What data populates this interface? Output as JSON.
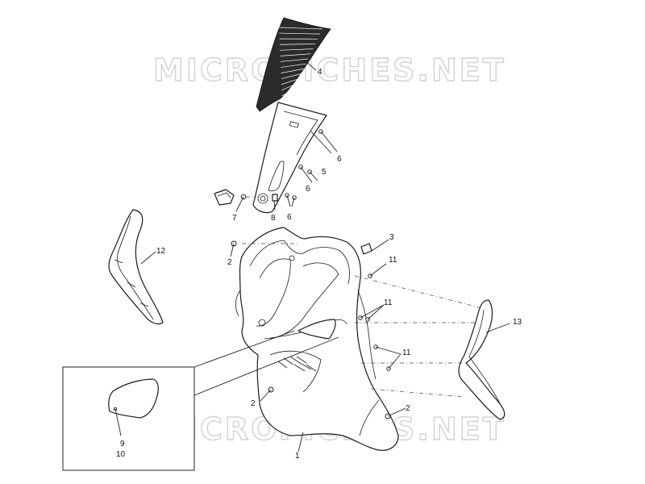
{
  "watermark": {
    "text": "MICROFICHES.NET"
  },
  "callouts": {
    "c1": "1",
    "c2a": "2",
    "c2b": "2",
    "c2c": "2",
    "c3": "3",
    "c4": "4",
    "c5": "5",
    "c6a": "6",
    "c6b": "6",
    "c6c": "6",
    "c7": "7",
    "c8": "8",
    "c9": "9",
    "c10": "10",
    "c11a": "11",
    "c11b": "11",
    "c11c": "11",
    "c12": "12",
    "c13": "13"
  },
  "colors": {
    "line": "#1a1a1a",
    "watermark": "#d2d2d2",
    "background": "#ffffff"
  }
}
